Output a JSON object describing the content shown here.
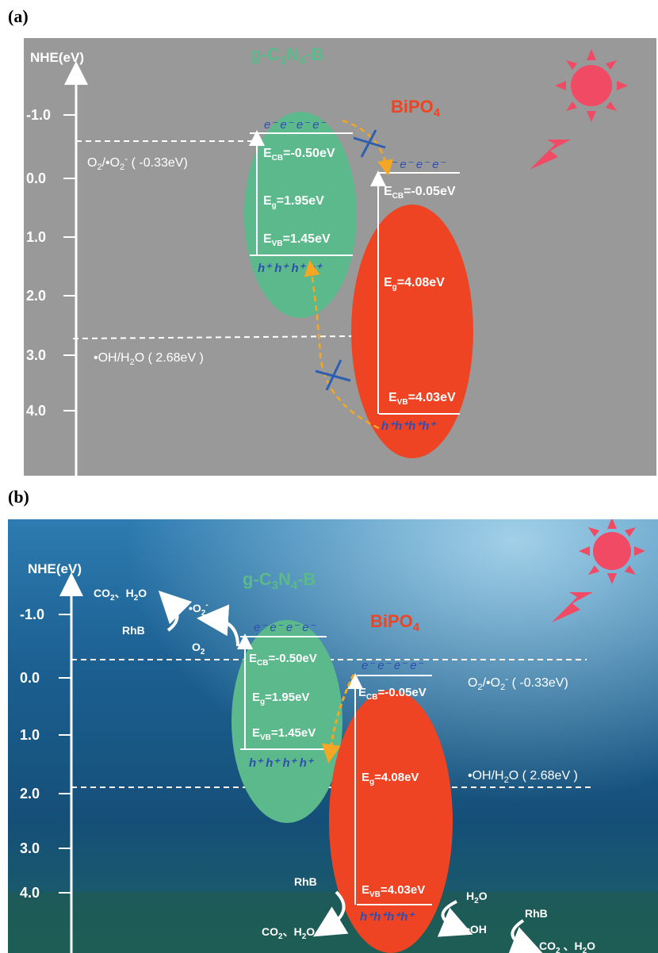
{
  "panel_a": {
    "label": "(a)",
    "axis_title": "NHE(eV)",
    "ticks": [
      "-1.0",
      "0.0",
      "1.0",
      "2.0",
      "3.0",
      "4.0"
    ],
    "left_material": {
      "name": "g-C3N4-B",
      "color": "#5bb98b",
      "ecb": "-0.50eV",
      "eg": "1.95eV",
      "evb": "1.45eV",
      "electrons": "e⁻ e⁻ e⁻ e⁻",
      "holes": "h⁺ h⁺ h⁺ h⁺"
    },
    "right_material": {
      "name": "BiPO4",
      "color": "#ee4424",
      "ecb": "-0.05eV",
      "eg": "4.08eV",
      "evb": "4.03eV",
      "electrons": "e⁻ e⁻ e⁻ e⁻",
      "holes": "h⁺h⁺h⁺h⁺"
    },
    "o2_value": "( -0.33eV)",
    "oh_label": "•OH/H",
    "oh_value": "( 2.68eV )"
  },
  "panel_b": {
    "label": "(b)",
    "axis_title": "NHE(eV)",
    "ticks": [
      "-1.0",
      "0.0",
      "1.0",
      "2.0",
      "3.0",
      "4.0"
    ],
    "left_material": {
      "name": "g-C3N4-B",
      "ecb": "-0.50eV",
      "eg": "1.95eV",
      "evb": "1.45eV",
      "electrons": "e⁻ e⁻ e⁻ e⁻",
      "holes": "h⁺ h⁺ h⁺ h⁺"
    },
    "right_material": {
      "name": "BiPO4",
      "ecb": "-0.05eV",
      "eg": "4.08eV",
      "evb": "4.03eV",
      "electrons": "e⁻ e⁻ e⁻ e⁻",
      "holes": "h⁺h⁺h⁺h⁺"
    },
    "o2_value": "( -0.33eV)",
    "oh_label": "•OH/H",
    "oh_value": "( 2.68eV )",
    "rhb": "RhB",
    "o2": "O",
    "superoxide": "•O",
    "h2o": "H",
    "oh_radical": "•OH",
    "products_co2": "CO",
    "products_h2o": "H"
  }
}
